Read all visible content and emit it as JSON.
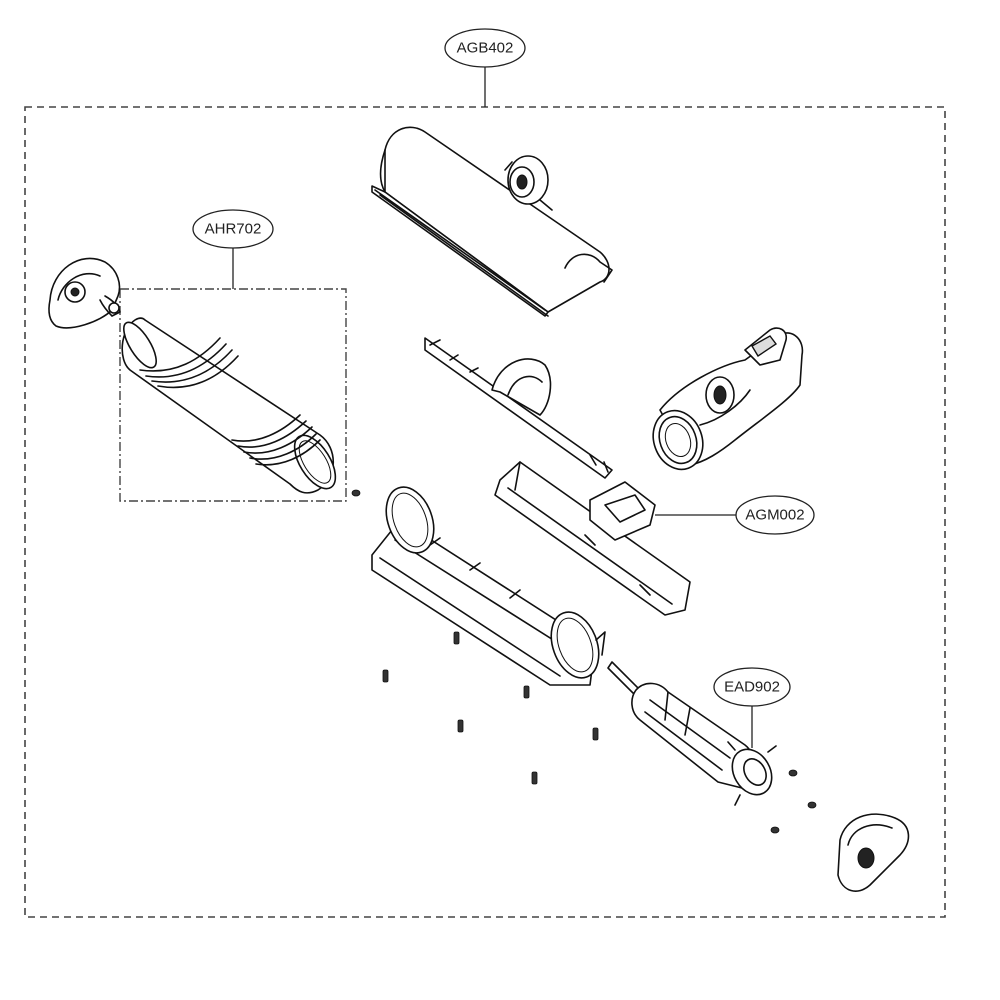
{
  "callouts": {
    "assembly": "AGB402",
    "brush_roll": "AHR702",
    "motor_bracket": "AGM002",
    "motor": "EAD902"
  }
}
